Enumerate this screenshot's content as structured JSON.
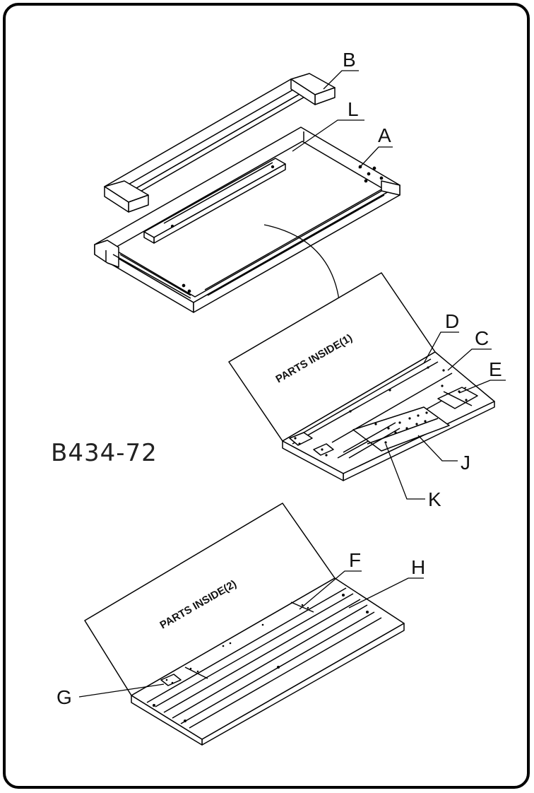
{
  "model_number": "B434-72",
  "box_1_text": "PARTS INSIDE(1)",
  "box_2_text": "PARTS INSIDE(2)",
  "part_labels": {
    "A": "A",
    "B": "B",
    "C": "C",
    "D": "D",
    "E": "E",
    "F": "F",
    "G": "G",
    "H": "H",
    "J": "J",
    "K": "K",
    "L": "L"
  }
}
